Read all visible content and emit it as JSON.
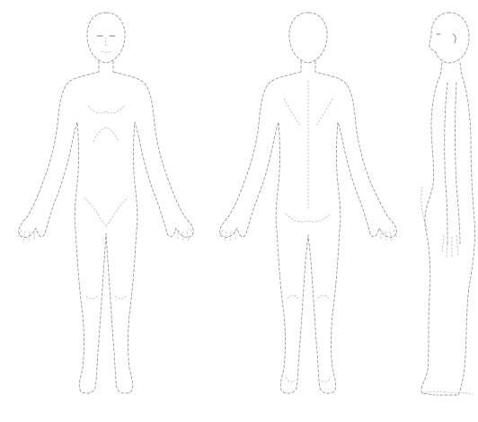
{
  "figure": {
    "views": [
      {
        "id": "front",
        "kind": "anterior body outline"
      },
      {
        "id": "back",
        "kind": "posterior body outline"
      },
      {
        "id": "side",
        "kind": "lateral body outline"
      }
    ],
    "colors": {
      "background": "#ffffff",
      "outline": "#9a9a9a",
      "detail": "#b3b3b3"
    }
  }
}
